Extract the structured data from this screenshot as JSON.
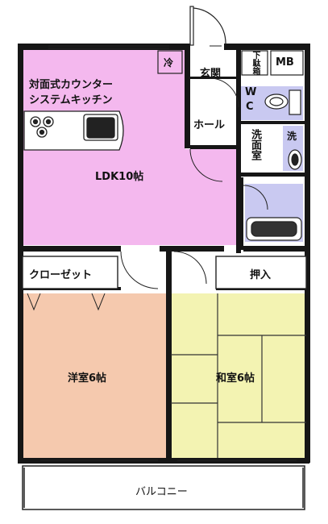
{
  "colors": {
    "ldk": "#f4b8ee",
    "western": "#f5c9ae",
    "japanese": "#f3f3b2",
    "wet": "#c9c9f1",
    "wall": "#161616",
    "fixture": "#3a3a3a"
  },
  "rooms": {
    "kitchen_label_line1": "対面式カウンター",
    "kitchen_label_line2": "システムキッチン",
    "fridge": "冷",
    "entrance": "玄関",
    "shoe_box": "下駄箱",
    "mb": "MB",
    "wc_w": "W",
    "wc_c": "C",
    "hall": "ホール",
    "washroom": "洗面室",
    "washbasin": "洗",
    "ldk": "LDK10帖",
    "closet": "クローゼット",
    "oshiire": "押入",
    "western_room": "洋室6帖",
    "japanese_room": "和室6帖",
    "balcony": "バルコニー"
  }
}
